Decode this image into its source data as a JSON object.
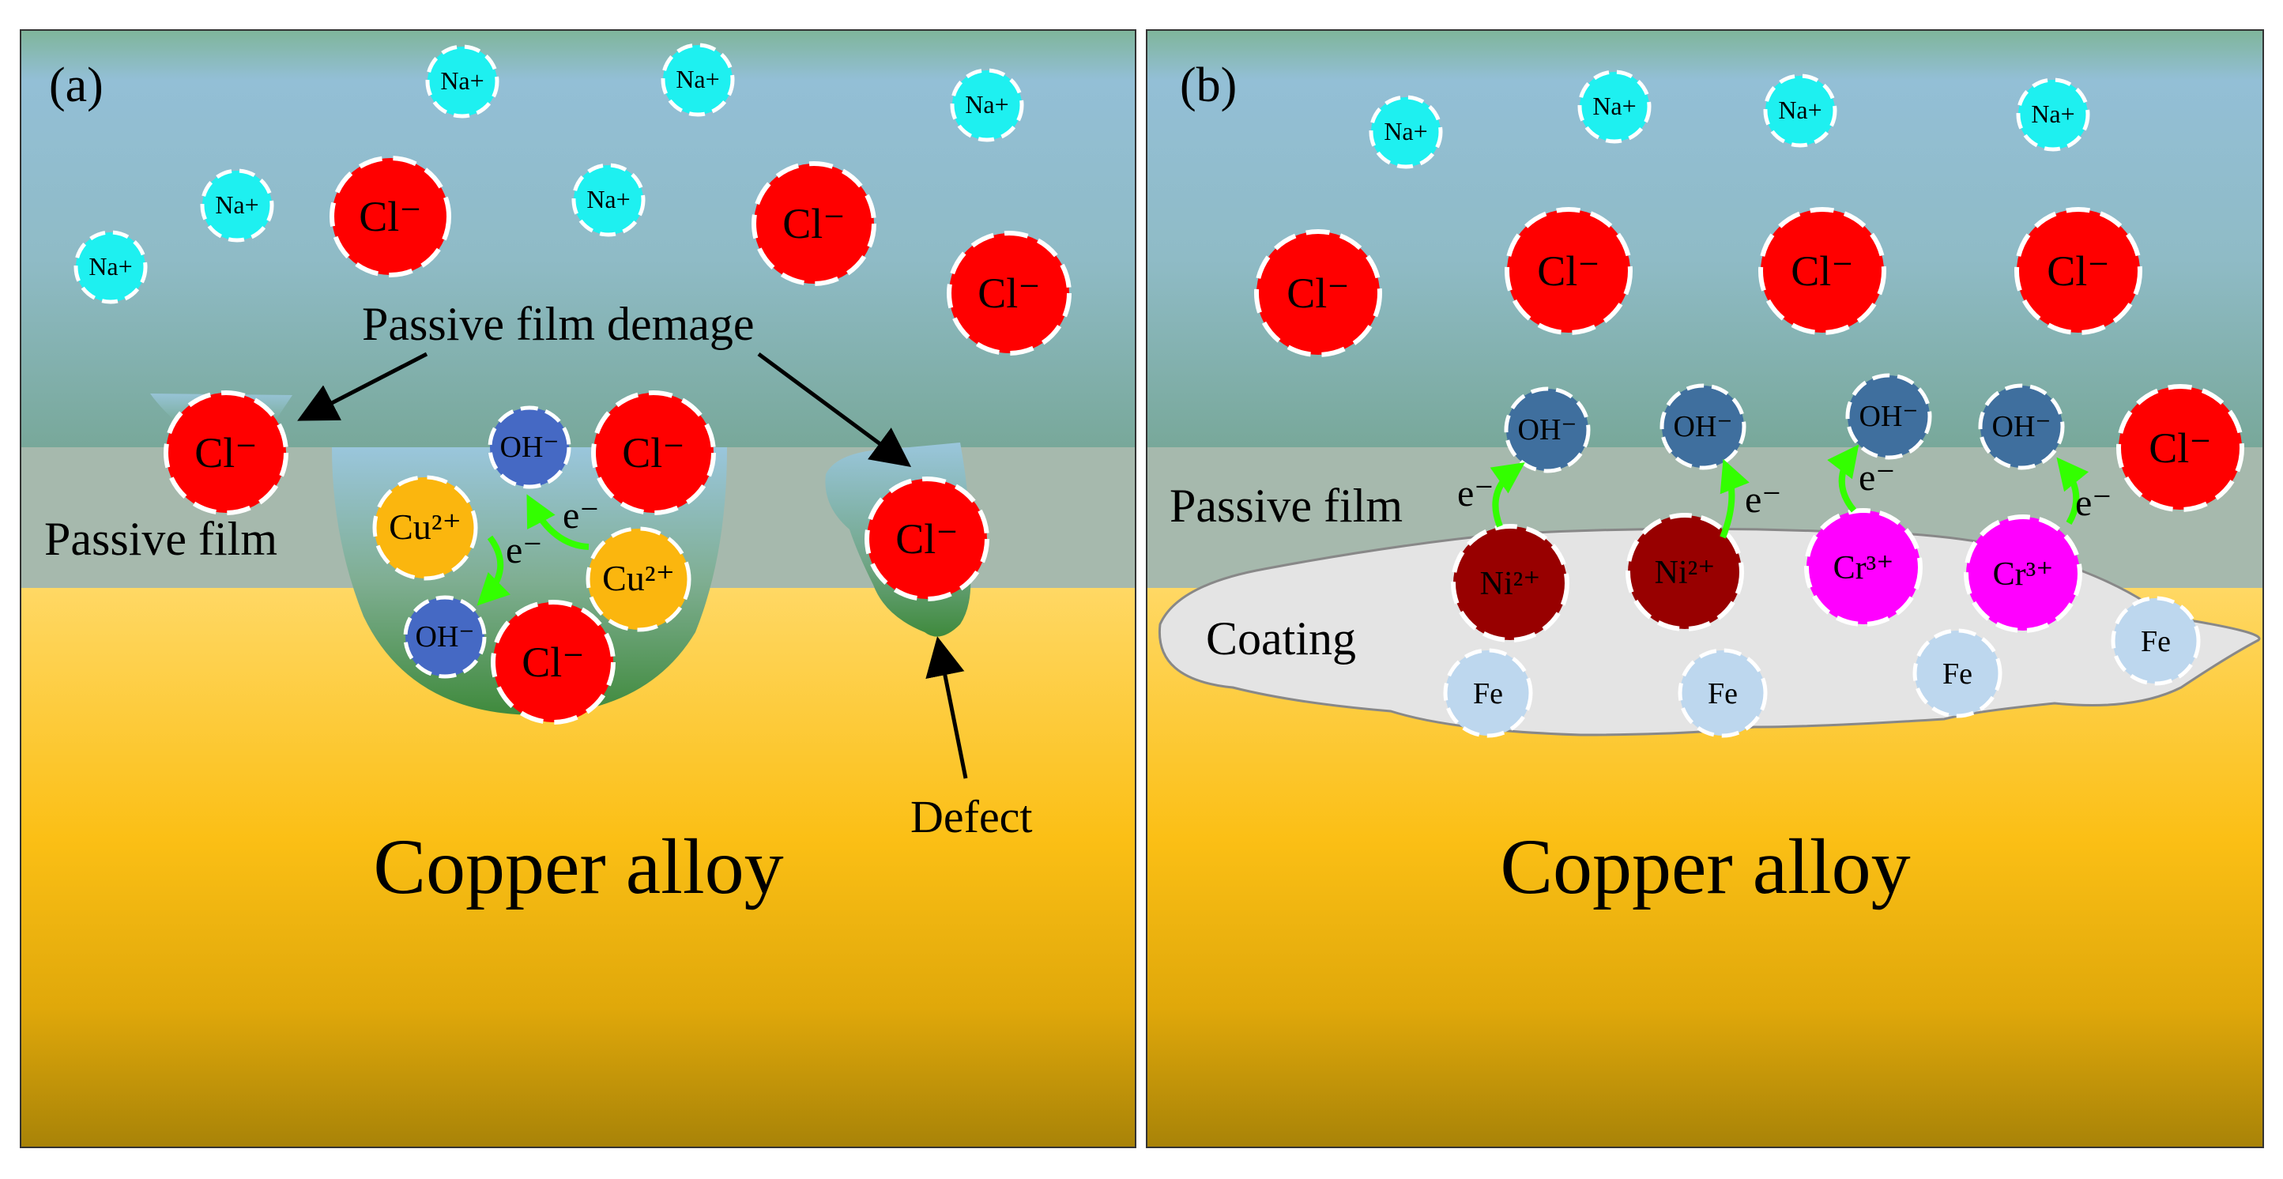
{
  "colors": {
    "water_top": "#7fb59a",
    "water_mid": "#93bfd6",
    "water_bottom": "#78a89a",
    "passive_film": "#a6b9ad",
    "copper_top": "#ffd864",
    "copper_mid": "#fbbf15",
    "copper_bottom": "#a88308",
    "coating": "#e4e4e4",
    "cl": "#ff0000",
    "na": "#1ef0f0",
    "oh_a": "#4569c4",
    "oh_b": "#3f6f9e",
    "cu": "#fbb60e",
    "ni": "#980000",
    "cr": "#ff00ff",
    "fe": "#bdd7ee",
    "arrow_green": "#33ff00",
    "pit_green": "#3f8a3c"
  },
  "panel_a": {
    "label": "(a)",
    "passive_film_label": "Passive film",
    "damage_label": "Passive film demage",
    "defect_label": "Defect",
    "substrate_label": "Copper alloy",
    "electron": "e⁻",
    "na_label": "Na+",
    "cl_label": "Cl⁻",
    "oh_label": "OH⁻",
    "cu_label": "Cu²⁺"
  },
  "panel_b": {
    "label": "(b)",
    "passive_film_label": "Passive film",
    "coating_label": "Coating",
    "substrate_label": "Copper alloy",
    "electron": "e⁻",
    "na_label": "Na+",
    "cl_label": "Cl⁻",
    "oh_label": "OH⁻",
    "ni_label": "Ni²⁺",
    "cr_label": "Cr³⁺",
    "fe_label": "Fe"
  }
}
